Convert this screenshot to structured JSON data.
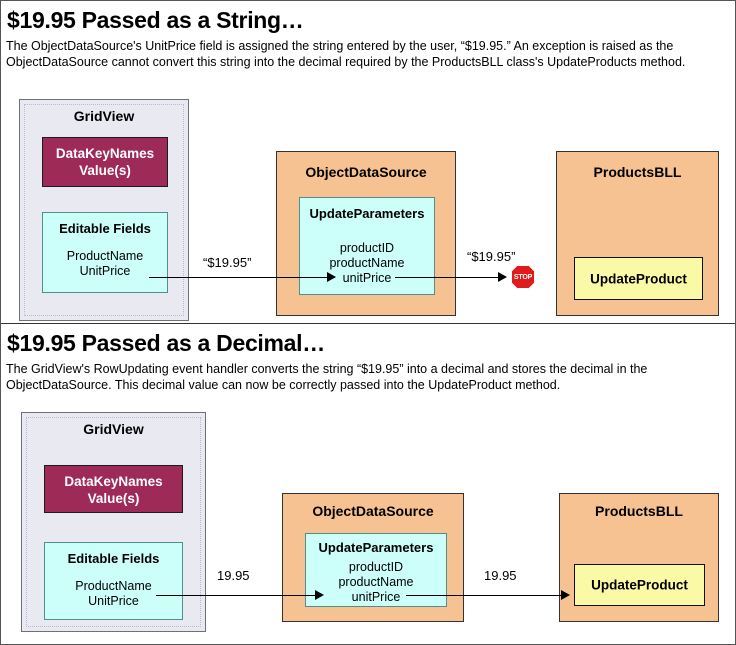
{
  "sections": [
    {
      "title": "$19.95 Passed as a String…",
      "body": "The ObjectDataSource's UnitPrice field is assigned the string entered by the user, “$19.95.” An exception is raised as the ObjectDataSource cannot convert this string into the decimal required by the ProductsBLL class's UpdateProducts method.",
      "gridview": {
        "title": "GridView",
        "datakey": "DataKeyNames\nValue(s)",
        "datakey_line1": "DataKeyNames",
        "datakey_line2": "Value(s)",
        "editable_title": "Editable Fields",
        "editable_fields": [
          "ProductName",
          "UnitPrice"
        ]
      },
      "objectdatasource": {
        "title": "ObjectDataSource",
        "params_title": "UpdateParameters",
        "params": [
          "productID",
          "productName",
          "unitPrice"
        ]
      },
      "productsbll": {
        "title": "ProductsBLL",
        "method": "UpdateProduct"
      },
      "arrow1_label": "“$19.95”",
      "arrow2_label": "“$19.95”",
      "stop_text": "STOP",
      "has_stop": true
    },
    {
      "title": "$19.95 Passed as a Decimal…",
      "body": "The GridView's RowUpdating event handler converts the string “$19.95” into a decimal and stores the decimal in the ObjectDataSource. This decimal value can now be correctly passed into the UpdateProduct method.",
      "gridview": {
        "title": "GridView",
        "datakey_line1": "DataKeyNames",
        "datakey_line2": "Value(s)",
        "editable_title": "Editable Fields",
        "editable_fields": [
          "ProductName",
          "UnitPrice"
        ]
      },
      "objectdatasource": {
        "title": "ObjectDataSource",
        "params_title": "UpdateParameters",
        "params": [
          "productID",
          "productName",
          "unitPrice"
        ]
      },
      "productsbll": {
        "title": "ProductsBLL",
        "method": "UpdateProduct"
      },
      "arrow1_label": "19.95",
      "arrow2_label": "19.95",
      "has_stop": false
    }
  ],
  "colors": {
    "gridview_bg": "#e9e9f1",
    "orange_bg": "#f6c291",
    "cyan_bg": "#ccfffa",
    "magenta_bg": "#9e2a57",
    "yellow_bg": "#f9f9a6",
    "stop_red": "#e01b1b"
  }
}
